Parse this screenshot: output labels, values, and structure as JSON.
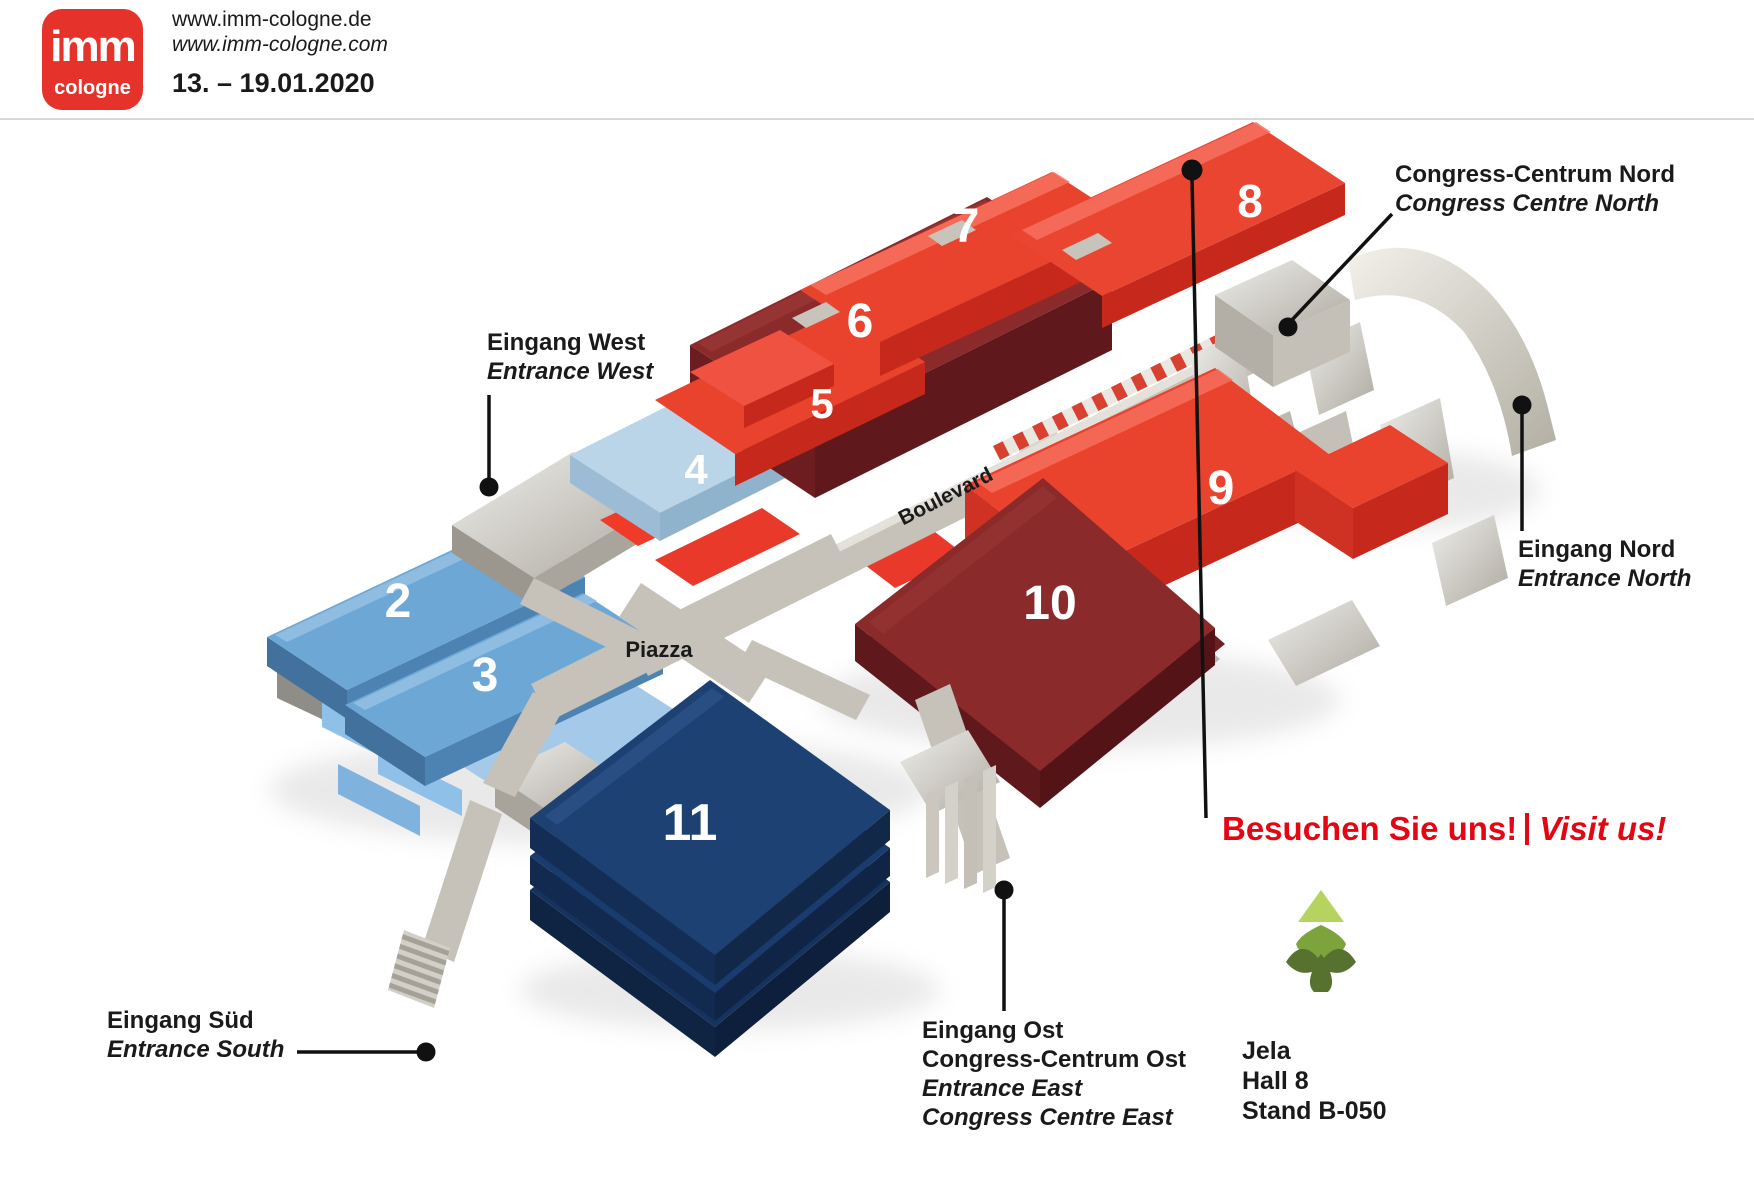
{
  "header": {
    "logo": {
      "line1": "imm",
      "line2": "cologne",
      "bg_color": "#e5332c"
    },
    "url_de": "www.imm-cologne.de",
    "url_com": "www.imm-cologne.com",
    "date_range": "13. – 19.01.2020"
  },
  "map": {
    "halls": [
      {
        "number": "2"
      },
      {
        "number": "3"
      },
      {
        "number": "4"
      },
      {
        "number": "5"
      },
      {
        "number": "6"
      },
      {
        "number": "7"
      },
      {
        "number": "8"
      },
      {
        "number": "9"
      },
      {
        "number": "10"
      },
      {
        "number": "11"
      }
    ],
    "boulevard_label": "Boulevard",
    "piazza_label": "Piazza"
  },
  "annotations": {
    "entrance_west": {
      "line1": "Eingang West",
      "line2": "Entrance West"
    },
    "congress_north": {
      "line1": "Congress-Centrum Nord",
      "line2": "Congress Centre North"
    },
    "entrance_north": {
      "line1": "Eingang Nord",
      "line2": "Entrance North"
    },
    "entrance_south": {
      "line1": "Eingang Süd",
      "line2": "Entrance South"
    },
    "entrance_east": {
      "line1": "Eingang Ost",
      "line2": "Congress-Centrum Ost",
      "line3": "Entrance East",
      "line4": "Congress Centre East"
    }
  },
  "promo": {
    "text_de": "Besuchen Sie uns!",
    "text_en": "Visit us!",
    "color": "#e30613"
  },
  "exhibitor": {
    "name": "Jela",
    "hall": "Hall 8",
    "stand": "Stand B-050",
    "logo": "jela-tree-icon"
  },
  "palette": {
    "hall_red": "#e9422d",
    "hall_dark_red": "#8a2a2b",
    "hall_blue": "#6ca7d6",
    "hall_light_blue": "#bad4e8",
    "hall_navy": "#1d4173",
    "walkway_gray": "#c6c2b9",
    "logo_red": "#e5332c",
    "promo_red": "#e30613",
    "tree_light_green": "#b5d35e",
    "tree_mid_green": "#7da33c",
    "tree_dark_green": "#57722f"
  }
}
